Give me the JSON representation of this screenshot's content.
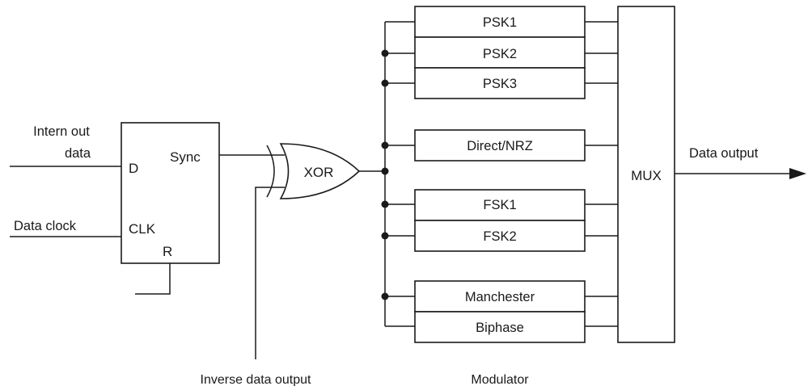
{
  "diagram": {
    "flipflop": {
      "input_data_label_line1": "Intern out",
      "input_data_label_line2": "data",
      "input_clock_label": "Data clock",
      "pin_d": "D",
      "pin_sync": "Sync",
      "pin_clk": "CLK",
      "pin_r": "R"
    },
    "gate": {
      "label": "XOR"
    },
    "inverse_output_label": "Inverse data output",
    "modulator": {
      "caption": "Modulator",
      "blocks": [
        "PSK1",
        "PSK2",
        "PSK3",
        "Direct/NRZ",
        "FSK1",
        "FSK2",
        "Manchester",
        "Biphase"
      ]
    },
    "mux": {
      "label": "MUX",
      "output_label": "Data output"
    },
    "colors": {
      "line": "#1a1a1a",
      "background": "#ffffff"
    }
  }
}
